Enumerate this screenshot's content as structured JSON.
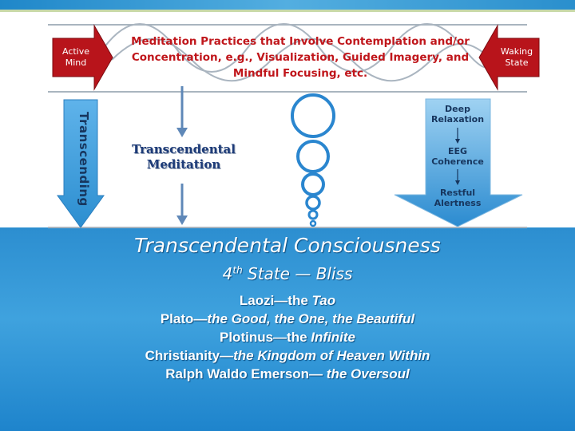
{
  "header": {
    "active_mind": [
      "Active",
      "Mind"
    ],
    "waking_state": [
      "Waking",
      "State"
    ],
    "practices": [
      "Meditation Practices that Involve Contemplation and/or",
      "Concentration, e.g., Visualization, Guided Imagery, and",
      "Mindful Focusing, etc."
    ]
  },
  "left": {
    "transcending": "Transcending",
    "tm": [
      "Transcendental",
      "Meditation"
    ]
  },
  "right": {
    "stages": [
      [
        "Deep",
        "Relaxation"
      ],
      [
        "EEG",
        "Coherence"
      ],
      [
        "Restful",
        "Alertness"
      ]
    ]
  },
  "bottom": {
    "title": "Transcendental Consciousness",
    "state_num": "4",
    "state_sup": "th",
    "state_rest": " State",
    "dash": " — ",
    "bliss": "Bliss",
    "lines": [
      {
        "pre": "Laozi—the ",
        "em": "Tao"
      },
      {
        "pre": "Plato—",
        "em": "the Good, the One, the Beautiful"
      },
      {
        "pre": "Plotinus—the ",
        "em": "Infinite"
      },
      {
        "pre": "Christianity—",
        "em": "the Kingdom of Heaven Within"
      },
      {
        "pre": "Ralph Waldo Emerson— ",
        "em": "the Oversoul"
      }
    ]
  },
  "colors": {
    "accent_red": "#c0161b",
    "blue": "#2f8fd3",
    "navy": "#17365e"
  },
  "icons": [
    "right-arrow-icon",
    "left-arrow-icon",
    "down-arrow-icon",
    "wave-icon",
    "bubble-icon"
  ]
}
